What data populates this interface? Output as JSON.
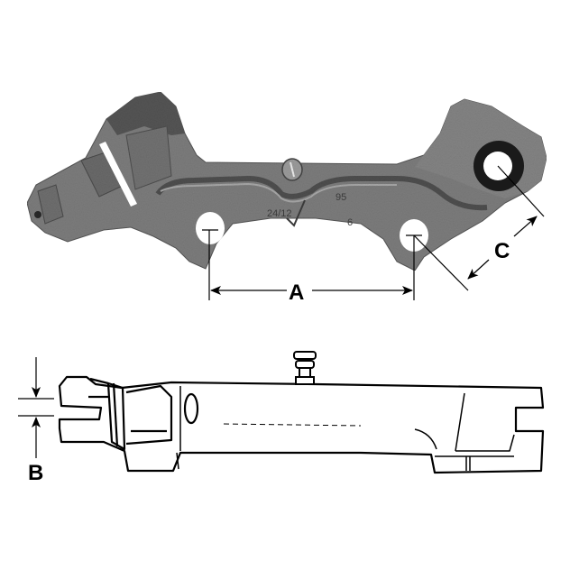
{
  "diagram": {
    "subject": "brake caliper anchor bracket",
    "views": [
      {
        "name": "top-view",
        "description": "photograph of cast iron bracket with two mounting holes and a bushing eye"
      },
      {
        "name": "side-view",
        "description": "line drawing of bracket profile with bleeder/pin on top and slotted ends"
      }
    ],
    "dimensions": {
      "A": {
        "label": "A",
        "meaning": "center distance between mounting holes"
      },
      "B": {
        "label": "B",
        "meaning": "slot width at left end"
      },
      "C": {
        "label": "C",
        "meaning": "distance from mounting hole to bushing eye center"
      }
    },
    "cast_markings": {
      "left": "24/12",
      "top_right": "95",
      "bottom_right": "6"
    },
    "colors": {
      "background": "#ffffff",
      "casting": "#7a7a7a",
      "casting_dark": "#4a4a4a",
      "casting_light": "#9a9a9a",
      "line": "#000000"
    }
  }
}
